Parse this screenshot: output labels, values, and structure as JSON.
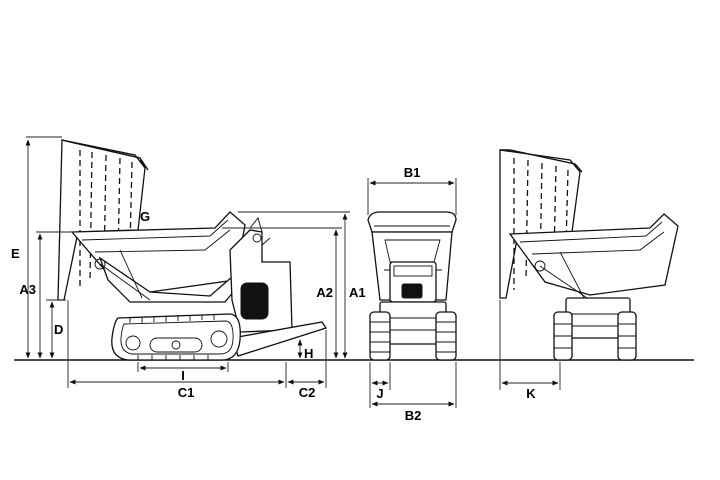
{
  "labels": {
    "E": "E",
    "A3": "A3",
    "D": "D",
    "G": "G",
    "A2": "A2",
    "A1": "A1",
    "H": "H",
    "I": "I",
    "C1": "C1",
    "C2": "C2",
    "B1": "B1",
    "B2": "B2",
    "J": "J",
    "K": "K"
  },
  "colors": {
    "line": "#111111",
    "background": "#ffffff"
  }
}
